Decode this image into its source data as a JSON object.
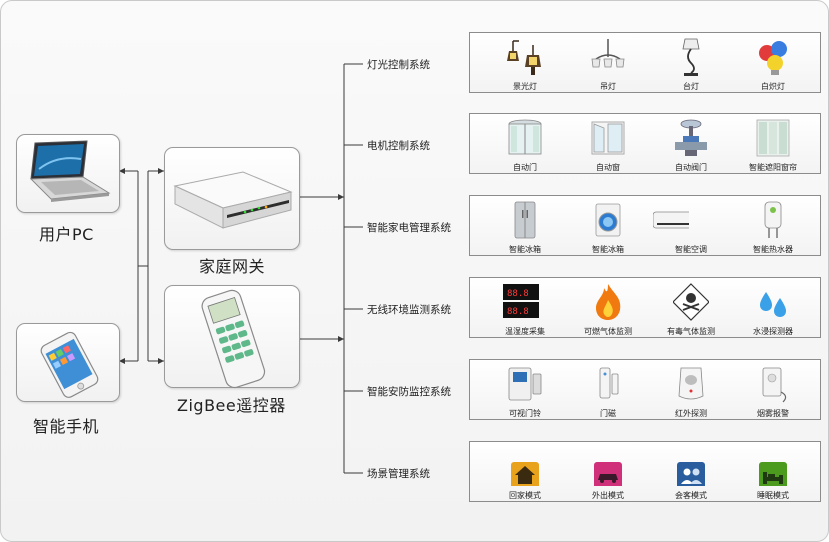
{
  "devices": {
    "pc_label": "用户PC",
    "phone_label": "智能手机",
    "gateway_label": "家庭网关",
    "remote_label": "ZigBee遥控器"
  },
  "systems": [
    {
      "label": "灯光控制系统",
      "items": [
        {
          "icon": "garden-lamp-icon",
          "label": "景光灯"
        },
        {
          "icon": "ceiling-lamp-icon",
          "label": "吊灯"
        },
        {
          "icon": "table-lamp-icon",
          "label": "台灯"
        },
        {
          "icon": "light-bulb-icon",
          "label": "白炽灯"
        }
      ]
    },
    {
      "label": "电机控制系统",
      "items": [
        {
          "icon": "revolving-door-icon",
          "label": "自动门"
        },
        {
          "icon": "window-icon",
          "label": "自动窗"
        },
        {
          "icon": "valve-icon",
          "label": "自动阀门"
        },
        {
          "icon": "sunshade-curtain-icon",
          "label": "智能遮阳窗帘"
        }
      ]
    },
    {
      "label": "智能家电管理系统",
      "items": [
        {
          "icon": "refrigerator-icon",
          "label": "智能冰箱"
        },
        {
          "icon": "washing-machine-icon",
          "label": "智能冰箱"
        },
        {
          "icon": "air-conditioner-icon",
          "label": "智能空调"
        },
        {
          "icon": "water-heater-icon",
          "label": "智能热水器"
        }
      ]
    },
    {
      "label": "无线环境监测系统",
      "items": [
        {
          "icon": "thermo-hygrometer-icon",
          "label": "温湿度采集"
        },
        {
          "icon": "flame-icon",
          "label": "可燃气体监测"
        },
        {
          "icon": "toxic-hazard-icon",
          "label": "有毒气体监测"
        },
        {
          "icon": "water-drops-icon",
          "label": "水浸探测器"
        }
      ]
    },
    {
      "label": "智能安防监控系统",
      "items": [
        {
          "icon": "video-doorbell-icon",
          "label": "可视门铃"
        },
        {
          "icon": "door-magnet-icon",
          "label": "门磁"
        },
        {
          "icon": "infrared-sensor-icon",
          "label": "红外探测"
        },
        {
          "icon": "smoke-alarm-icon",
          "label": "烟雾报警"
        }
      ]
    },
    {
      "label": "场景管理系统",
      "items": [
        {
          "icon": "home-icon",
          "label": "回家模式"
        },
        {
          "icon": "car-icon",
          "label": "外出模式"
        },
        {
          "icon": "guests-icon",
          "label": "会客模式"
        },
        {
          "icon": "bed-icon",
          "label": "睡眠模式"
        }
      ]
    }
  ],
  "colors": {
    "line": "#3a3a3a",
    "card_border": "#9a9a9a",
    "panel_border": "#8c8c8c",
    "scene_orange": "#e8a21c",
    "scene_pink": "#d0307a",
    "scene_blue": "#2a5d9e",
    "scene_green": "#4c9a1e",
    "flame": "#f07a10",
    "water": "#3aa0e8"
  }
}
